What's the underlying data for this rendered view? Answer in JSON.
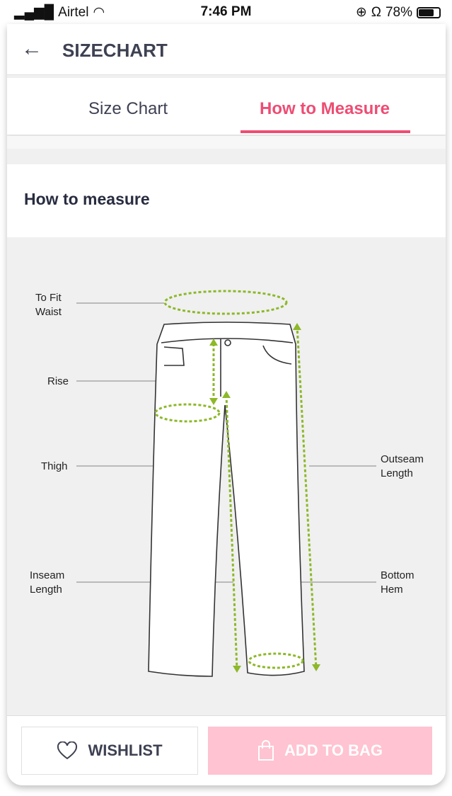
{
  "status": {
    "carrier": "Airtel",
    "time": "7:46 PM",
    "battery": "78%"
  },
  "header": {
    "title": "SIZECHART"
  },
  "tabs": [
    {
      "label": "Size Chart"
    },
    {
      "label": "How to Measure",
      "active": true
    }
  ],
  "section": {
    "title": "How to measure"
  },
  "diagram": {
    "labels": {
      "waist1": "To Fit",
      "waist2": "Waist",
      "rise": "Rise",
      "thigh": "Thigh",
      "inseam1": "Inseam",
      "inseam2": "Length",
      "outseam1": "Outseam",
      "outseam2": "Length",
      "hem1": "Bottom",
      "hem2": "Hem"
    },
    "accent": "#8db829"
  },
  "footer": {
    "wishlist": "WISHLIST",
    "add_to_bag": "ADD TO BAG"
  }
}
